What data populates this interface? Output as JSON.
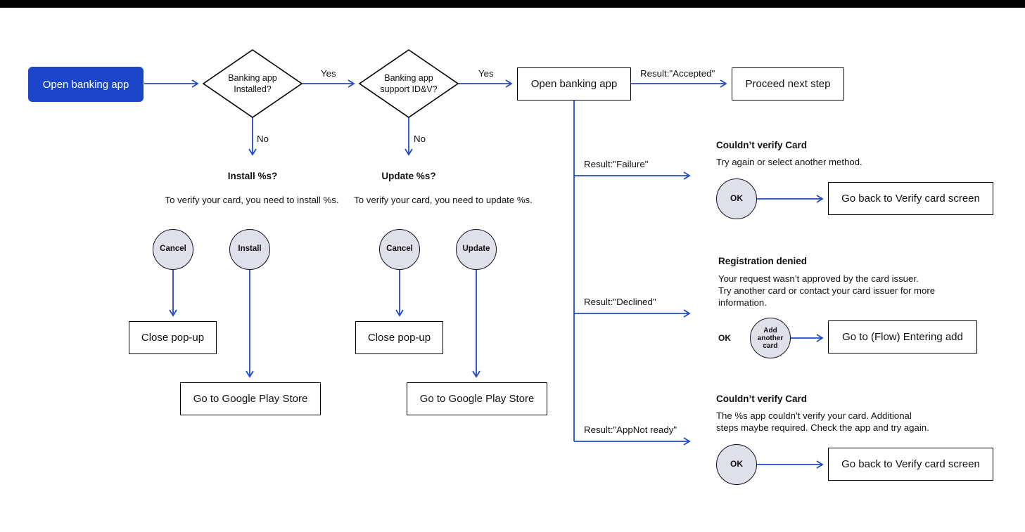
{
  "colors": {
    "accent_blue": "#2349c4",
    "start_node_fill": "#1b46c9",
    "circle_fill": "#dfe0ea",
    "node_border": "#000000",
    "topbar": "#000000"
  },
  "nodes": {
    "start": "Open banking app",
    "decision_installed": "Banking app\nInstalled?",
    "decision_idv": "Banking app\nsupport ID&V?",
    "open_banking_app": "Open banking app",
    "proceed_next_step": "Proceed next step",
    "close_popup_install": "Close pop-up",
    "play_store_install": "Go to Google Play Store",
    "close_popup_update": "Close pop-up",
    "play_store_update": "Go to Google Play Store",
    "go_back_verify_failure": "Go back to Verify card screen",
    "go_to_entering_add": "Go to (Flow) Entering add",
    "go_back_verify_appnot": "Go back to Verify card screen"
  },
  "edges": {
    "yes_installed": "Yes",
    "no_installed": "No",
    "yes_idv": "Yes",
    "no_idv": "No",
    "result_accepted": "Result:\"Accepted\"",
    "result_failure": "Result:\"Failure\"",
    "result_declined": "Result:\"Declined\"",
    "result_app_not_ready": "Result:\"AppNot ready\""
  },
  "install_popup": {
    "title": "Install %s?",
    "body": "To verify your card, you need to install %s.",
    "cancel_button": "Cancel",
    "install_button": "Install"
  },
  "update_popup": {
    "title": "Update %s?",
    "body": "To verify your card, you need to update %s.",
    "cancel_button": "Cancel",
    "update_button": "Update"
  },
  "failure_section": {
    "title": "Couldn’t verify Card",
    "body": "Try again or select another method.",
    "ok_button": "OK"
  },
  "declined_section": {
    "title": "Registration denied",
    "body": "Your request wasn’t approved by the card issuer.\nTry another card or contact your card issuer for more\ninformation.",
    "ok_label": "OK",
    "add_card_button": "Add\nanother\ncard"
  },
  "app_not_ready_section": {
    "title": "Couldn’t verify Card",
    "body": "The %s app couldn’t verify your card. Additional\nsteps maybe required. Check the app and try again.",
    "ok_button": "OK"
  }
}
